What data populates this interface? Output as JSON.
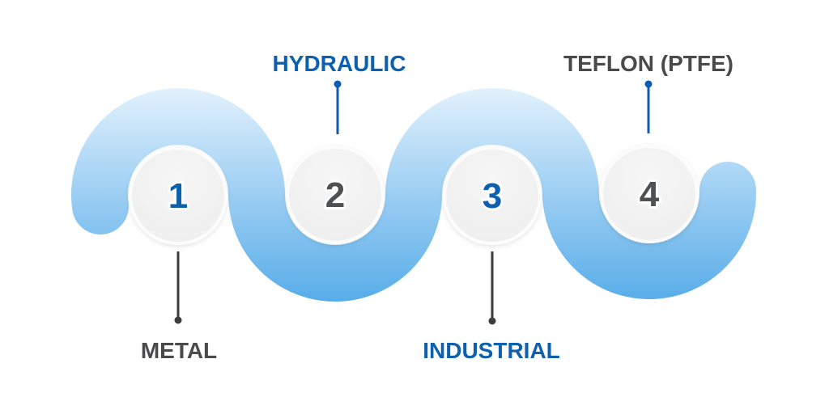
{
  "figure": {
    "type": "wave-process-diagram",
    "background": "#ffffff"
  },
  "palette": {
    "blue_text": "#0d60ae",
    "dark_text": "#4a4a4c",
    "blue_connector": "#0d5cb0",
    "dark_connector": "#3c3c3c",
    "wave_gradient_top": "#e4f2fc",
    "wave_gradient_mid": "#9bcef3",
    "wave_gradient_bottom": "#55abe8",
    "circle_fill": "#f0f0f0",
    "circle_ring": "#fcfcfc"
  },
  "steps": [
    {
      "number": "1",
      "number_color": "#0d60ae",
      "label": "METAL",
      "label_color": "#4a4a4c",
      "label_position": "bottom",
      "connector_color": "#3c3c3c"
    },
    {
      "number": "2",
      "number_color": "#4f5052",
      "label": "HYDRAULIC",
      "label_color": "#0d60ae",
      "label_position": "top",
      "connector_color": "#0d5cb0"
    },
    {
      "number": "3",
      "number_color": "#0d60ae",
      "label": "INDUSTRIAL",
      "label_color": "#0d60ae",
      "label_position": "bottom",
      "connector_color": "#3c3c3c"
    },
    {
      "number": "4",
      "number_color": "#4f5052",
      "label": "TEFLON (PTFE)",
      "label_color": "#4a4a4c",
      "label_position": "top",
      "connector_color": "#0d5cb0"
    }
  ]
}
